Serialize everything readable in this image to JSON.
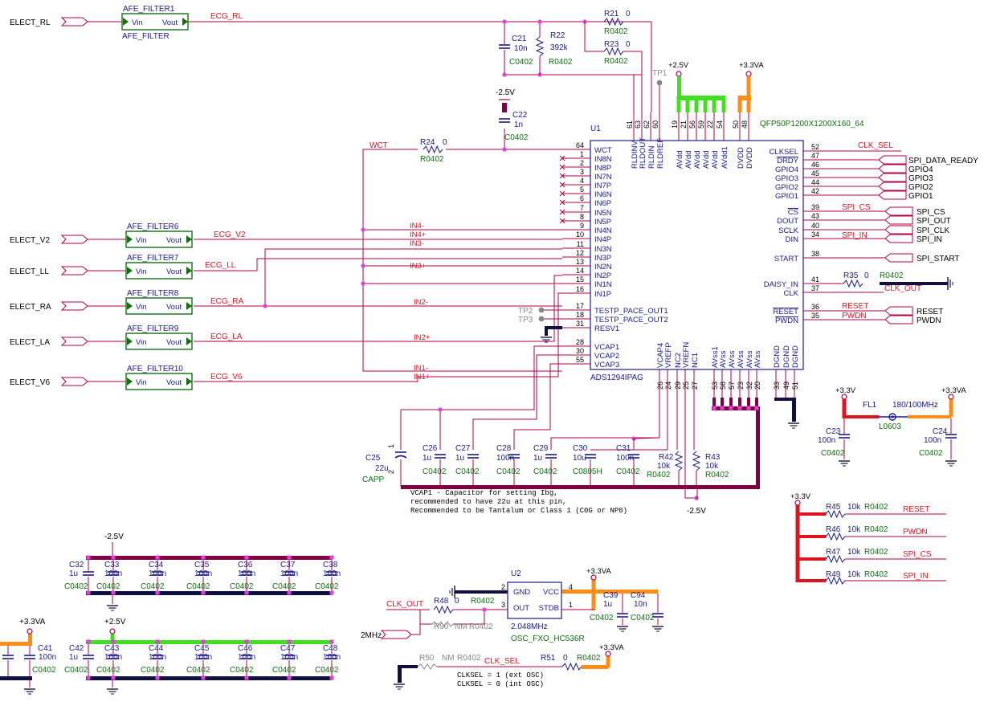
{
  "colors": {
    "net": "#b0004a",
    "net_label": "#e0141e",
    "text": "#1a1a8c",
    "part": "#107010",
    "ground": "#101040",
    "power_orange": "#ff8c14",
    "power_green": "#40e020",
    "junction": "#e040e0",
    "bus": "#800040",
    "tp_gray": "#888888"
  },
  "electrodes": [
    "ELECT_RL",
    "ELECT_V2",
    "ELECT_LL",
    "ELECT_RA",
    "ELECT_LA",
    "ELECT_V6"
  ],
  "filters": [
    {
      "ref": "AFE_FILTER1",
      "part": "AFE_FILTER",
      "vin": "Vin",
      "vout": "Vout",
      "net": "ECG_RL"
    },
    {
      "ref": "AFE_FILTER6",
      "vin": "Vin",
      "vout": "Vout",
      "net": "ECG_V2"
    },
    {
      "ref": "AFE_FILTER7",
      "vin": "Vin",
      "vout": "Vout",
      "net": "ECG_LL"
    },
    {
      "ref": "AFE_FILTER8",
      "vin": "Vin",
      "vout": "Vout",
      "net": "ECG_RA"
    },
    {
      "ref": "AFE_FILTER9",
      "vin": "Vin",
      "vout": "Vout",
      "net": "ECG_LA"
    },
    {
      "ref": "AFE_FILTER10",
      "vin": "Vin",
      "vout": "Vout",
      "net": "ECG_V6"
    }
  ],
  "u1": {
    "ref": "U1",
    "part": "ADS1294IPAG",
    "footprint": "QFP50P1200X1200X160_64",
    "left_pins": [
      {
        "num": "64",
        "name": "WCT"
      },
      {
        "num": "1",
        "name": "IN8N"
      },
      {
        "num": "2",
        "name": "IN8P"
      },
      {
        "num": "3",
        "name": "IN7N"
      },
      {
        "num": "4",
        "name": "IN7P"
      },
      {
        "num": "5",
        "name": "IN6N"
      },
      {
        "num": "6",
        "name": "IN6P"
      },
      {
        "num": "7",
        "name": "IN5N"
      },
      {
        "num": "8",
        "name": "IN5P"
      },
      {
        "num": "9",
        "name": "IN4N"
      },
      {
        "num": "10",
        "name": "IN4P"
      },
      {
        "num": "11",
        "name": "IN3N"
      },
      {
        "num": "12",
        "name": "IN3P"
      },
      {
        "num": "13",
        "name": "IN2N"
      },
      {
        "num": "14",
        "name": "IN2P"
      },
      {
        "num": "15",
        "name": "IN1N"
      },
      {
        "num": "16",
        "name": "IN1P"
      },
      {
        "num": "17",
        "name": "TESTP_PACE_OUT1"
      },
      {
        "num": "18",
        "name": "TESTP_PACE_OUT2"
      },
      {
        "num": "31",
        "name": "RESV1"
      },
      {
        "num": "28",
        "name": "VCAP1"
      },
      {
        "num": "30",
        "name": "VCAP2"
      },
      {
        "num": "55",
        "name": "VCAP3"
      }
    ],
    "right_pins": [
      {
        "num": "52",
        "name": "CLKSEL",
        "net": "CLK_SEL",
        "port": ""
      },
      {
        "num": "47",
        "name": "DRDY",
        "net": "",
        "port": "SPI_DATA_READY"
      },
      {
        "num": "46",
        "name": "GPIO4",
        "net": "",
        "port": "GPIO4"
      },
      {
        "num": "45",
        "name": "GPIO3",
        "net": "",
        "port": "GPIO3"
      },
      {
        "num": "44",
        "name": "GPIO2",
        "net": "",
        "port": "GPIO2"
      },
      {
        "num": "42",
        "name": "GPIO1",
        "net": "",
        "port": "GPIO1"
      },
      {
        "num": "39",
        "name": "CS",
        "net": "SPI_CS",
        "port": "SPI_CS"
      },
      {
        "num": "43",
        "name": "DOUT",
        "net": "",
        "port": "SPI_OUT"
      },
      {
        "num": "40",
        "name": "SCLK",
        "net": "",
        "port": "SPI_CLK"
      },
      {
        "num": "34",
        "name": "DIN",
        "net": "SPI_IN",
        "port": "SPI_IN"
      },
      {
        "num": "38",
        "name": "START",
        "net": "",
        "port": "SPI_START"
      },
      {
        "num": "41",
        "name": "DAISY_IN",
        "net": "",
        "port": ""
      },
      {
        "num": "37",
        "name": "CLK",
        "net": "CLK_OUT",
        "port": ""
      },
      {
        "num": "36",
        "name": "RESET",
        "net": "RESET",
        "port": "RESET"
      },
      {
        "num": "35",
        "name": "PWDN",
        "net": "PWDN",
        "port": "PWDN"
      }
    ],
    "top_pins": [
      {
        "num": "61",
        "name": "RLDINV"
      },
      {
        "num": "63",
        "name": "RLDOUT"
      },
      {
        "num": "62",
        "name": "RLDIN"
      },
      {
        "num": "60",
        "name": "RLDREF"
      },
      {
        "num": "19",
        "name": "AVdd"
      },
      {
        "num": "21",
        "name": "AVdd"
      },
      {
        "num": "56",
        "name": "AVdd"
      },
      {
        "num": "59",
        "name": "AVdd"
      },
      {
        "num": "22",
        "name": "AVdd"
      },
      {
        "num": "54",
        "name": "AVdd1"
      },
      {
        "num": "50",
        "name": "DVDD"
      },
      {
        "num": "48",
        "name": "DVDD"
      }
    ],
    "bottom_pins": [
      {
        "num": "26",
        "name": "VCAP4"
      },
      {
        "num": "24",
        "name": "VREFP"
      },
      {
        "num": "29",
        "name": "NC2"
      },
      {
        "num": "25",
        "name": "VREFN"
      },
      {
        "num": "27",
        "name": "NC1"
      },
      {
        "num": "53",
        "name": "AVss1"
      },
      {
        "num": "58",
        "name": "AVss"
      },
      {
        "num": "57",
        "name": "AVss"
      },
      {
        "num": "23",
        "name": "AVss"
      },
      {
        "num": "32",
        "name": "AVss"
      },
      {
        "num": "20",
        "name": "AVss"
      },
      {
        "num": "33",
        "name": "DGND"
      },
      {
        "num": "49",
        "name": "DGND"
      },
      {
        "num": "51",
        "name": "DGND"
      }
    ]
  },
  "in_nets": [
    "IN4-",
    "IN4+",
    "IN3-",
    "IN3+",
    "IN2-",
    "IN2+",
    "IN1-",
    "IN1+"
  ],
  "nets": {
    "wct": "WCT"
  },
  "power": {
    "p25": "+2.5V",
    "m25": "-2.5V",
    "p33va": "+3.3VA",
    "p33v": "+3.3V"
  },
  "test_points": [
    "TP1",
    "TP2",
    "TP3"
  ],
  "resistors": {
    "r21": {
      "ref": "R21",
      "value": "0",
      "fp": "R0402"
    },
    "r23": {
      "ref": "R23",
      "value": "0",
      "fp": "R0402"
    },
    "r22": {
      "ref": "R22",
      "value": "392k",
      "fp": "R0402"
    },
    "r24": {
      "ref": "R24",
      "value": "0",
      "fp": "R0402"
    },
    "r35": {
      "ref": "R35",
      "value": "0",
      "fp": "R0402"
    },
    "r42": {
      "ref": "R42",
      "value": "10k",
      "fp": "R0402"
    },
    "r43": {
      "ref": "R43",
      "value": "10k",
      "fp": "R0402"
    },
    "r48": {
      "ref": "R48",
      "value": "0",
      "fp": "R0402"
    },
    "r90": {
      "ref": "R90",
      "value": "NM",
      "fp": "R0402"
    },
    "r50": {
      "ref": "R50",
      "value": "NM",
      "fp": "R0402"
    },
    "r51": {
      "ref": "R51",
      "value": "0",
      "fp": "R0402"
    }
  },
  "caps": {
    "c21": {
      "ref": "C21",
      "value": "10n",
      "fp": "C0402"
    },
    "c22": {
      "ref": "C22",
      "value": "1n",
      "fp": "C0402"
    },
    "c25": {
      "ref": "C25",
      "value": "22u",
      "fp": "CAPP"
    },
    "c23": {
      "ref": "C23",
      "value": "100n",
      "fp": "C0402"
    },
    "c24": {
      "ref": "C24",
      "value": "100n",
      "fp": "C0402"
    },
    "c39": {
      "ref": "C39",
      "value": "1u",
      "fp": "C0402"
    },
    "c94": {
      "ref": "C94",
      "value": "10n",
      "fp": "C0402"
    }
  },
  "vcap_caps": [
    {
      "ref": "C26",
      "value": "1u",
      "fp": "C0402"
    },
    {
      "ref": "C27",
      "value": "1u",
      "fp": "C0402"
    },
    {
      "ref": "C28",
      "value": "100n",
      "fp": "C0402"
    },
    {
      "ref": "C29",
      "value": "1u",
      "fp": "C0402"
    },
    {
      "ref": "C30",
      "value": "10u",
      "fp": "C0805H"
    },
    {
      "ref": "C31",
      "value": "100n",
      "fp": "C0402"
    }
  ],
  "cap_pins": {
    "c25_1": "1",
    "c25_2": "2"
  },
  "ferrite": {
    "ref": "FL1",
    "value": "180/100MHz",
    "fp": "L0603"
  },
  "pullups": [
    {
      "ref": "R45",
      "value": "10k",
      "fp": "R0402",
      "net": "RESET"
    },
    {
      "ref": "R46",
      "value": "10k",
      "fp": "R0402",
      "net": "PWDN"
    },
    {
      "ref": "R47",
      "value": "10k",
      "fp": "R0402",
      "net": "SPI_CS"
    },
    {
      "ref": "R49",
      "value": "10k",
      "fp": "R0402",
      "net": "SPI_IN"
    }
  ],
  "bank1": [
    {
      "ref": "C32",
      "value": "1u",
      "fp": "C0402"
    },
    {
      "ref": "C33",
      "value": "100n",
      "fp": "C0402"
    },
    {
      "ref": "C34",
      "value": "100n",
      "fp": "C0402"
    },
    {
      "ref": "C35",
      "value": "100n",
      "fp": "C0402"
    },
    {
      "ref": "C36",
      "value": "100n",
      "fp": "C0402"
    },
    {
      "ref": "C37",
      "value": "100n",
      "fp": "C0402"
    },
    {
      "ref": "C38",
      "value": "100n",
      "fp": "C0402"
    }
  ],
  "bank2": [
    {
      "ref": "C42",
      "value": "1u",
      "fp": "C0402"
    },
    {
      "ref": "C43",
      "value": "100n",
      "fp": "C0402"
    },
    {
      "ref": "C44",
      "value": "100n",
      "fp": "C0402"
    },
    {
      "ref": "C45",
      "value": "100n",
      "fp": "C0402"
    },
    {
      "ref": "C46",
      "value": "100n",
      "fp": "C0402"
    },
    {
      "ref": "C47",
      "value": "100n",
      "fp": "C0402"
    },
    {
      "ref": "C48",
      "value": "100n",
      "fp": "C0402"
    }
  ],
  "c41": {
    "ref": "C41",
    "value": "100n",
    "fp": "C0402"
  },
  "u2": {
    "ref": "U2",
    "pins": [
      {
        "num": "2",
        "name": "GND"
      },
      {
        "num": "3",
        "name": "OUT"
      },
      {
        "num": "4",
        "name": "VCC"
      },
      {
        "num": "1",
        "name": "STDB"
      }
    ],
    "freq": "2.048MHz",
    "part": "OSC_FXO_HC536R"
  },
  "osc_nets": {
    "clk_out": "CLK_OUT",
    "clk_sel": "CLK_SEL",
    "two_mhz": "2MHz"
  },
  "notes": {
    "vcap": [
      "VCAP1 - Capacitor for setting Ibg,",
      "recommended to have 22u at this pin,",
      "Recommended to be Tantalum or Class 1 (C0G or NP0)"
    ],
    "clksel": [
      "CLKSEL = 1 (ext OSC)",
      "CLKSEL = 0 (int OSC)"
    ]
  }
}
